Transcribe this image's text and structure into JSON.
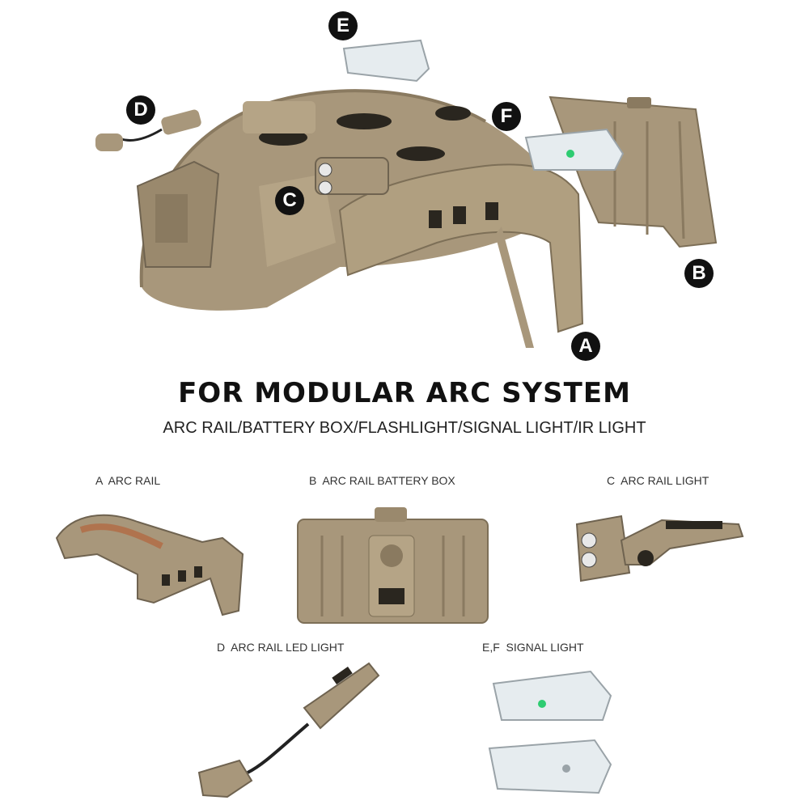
{
  "callouts": {
    "a": "A",
    "b": "B",
    "c": "C",
    "d": "D",
    "e": "E",
    "f": "F"
  },
  "heading": {
    "title": "FOR MODULAR ARC SYSTEM",
    "subtitle": "ARC RAIL/BATTERY BOX/FLASHLIGHT/SIGNAL LIGHT/IR LIGHT"
  },
  "parts": [
    {
      "label": "A  ARC RAIL",
      "image": "arc-rail"
    },
    {
      "label": "B  ARC RAIL BATTERY BOX",
      "image": "battery-box"
    },
    {
      "label": "C  ARC RAIL LIGHT",
      "image": "arc-rail-light"
    },
    {
      "label": "D  ARC RAIL LED LIGHT",
      "image": "led-light"
    },
    {
      "label": "E,F  SIGNAL LIGHT",
      "image": "signal-lights"
    }
  ],
  "colors": {
    "tan": "#a8977b",
    "tan_dark": "#8a7a60",
    "tan_light": "#c2b394",
    "black": "#111111"
  }
}
